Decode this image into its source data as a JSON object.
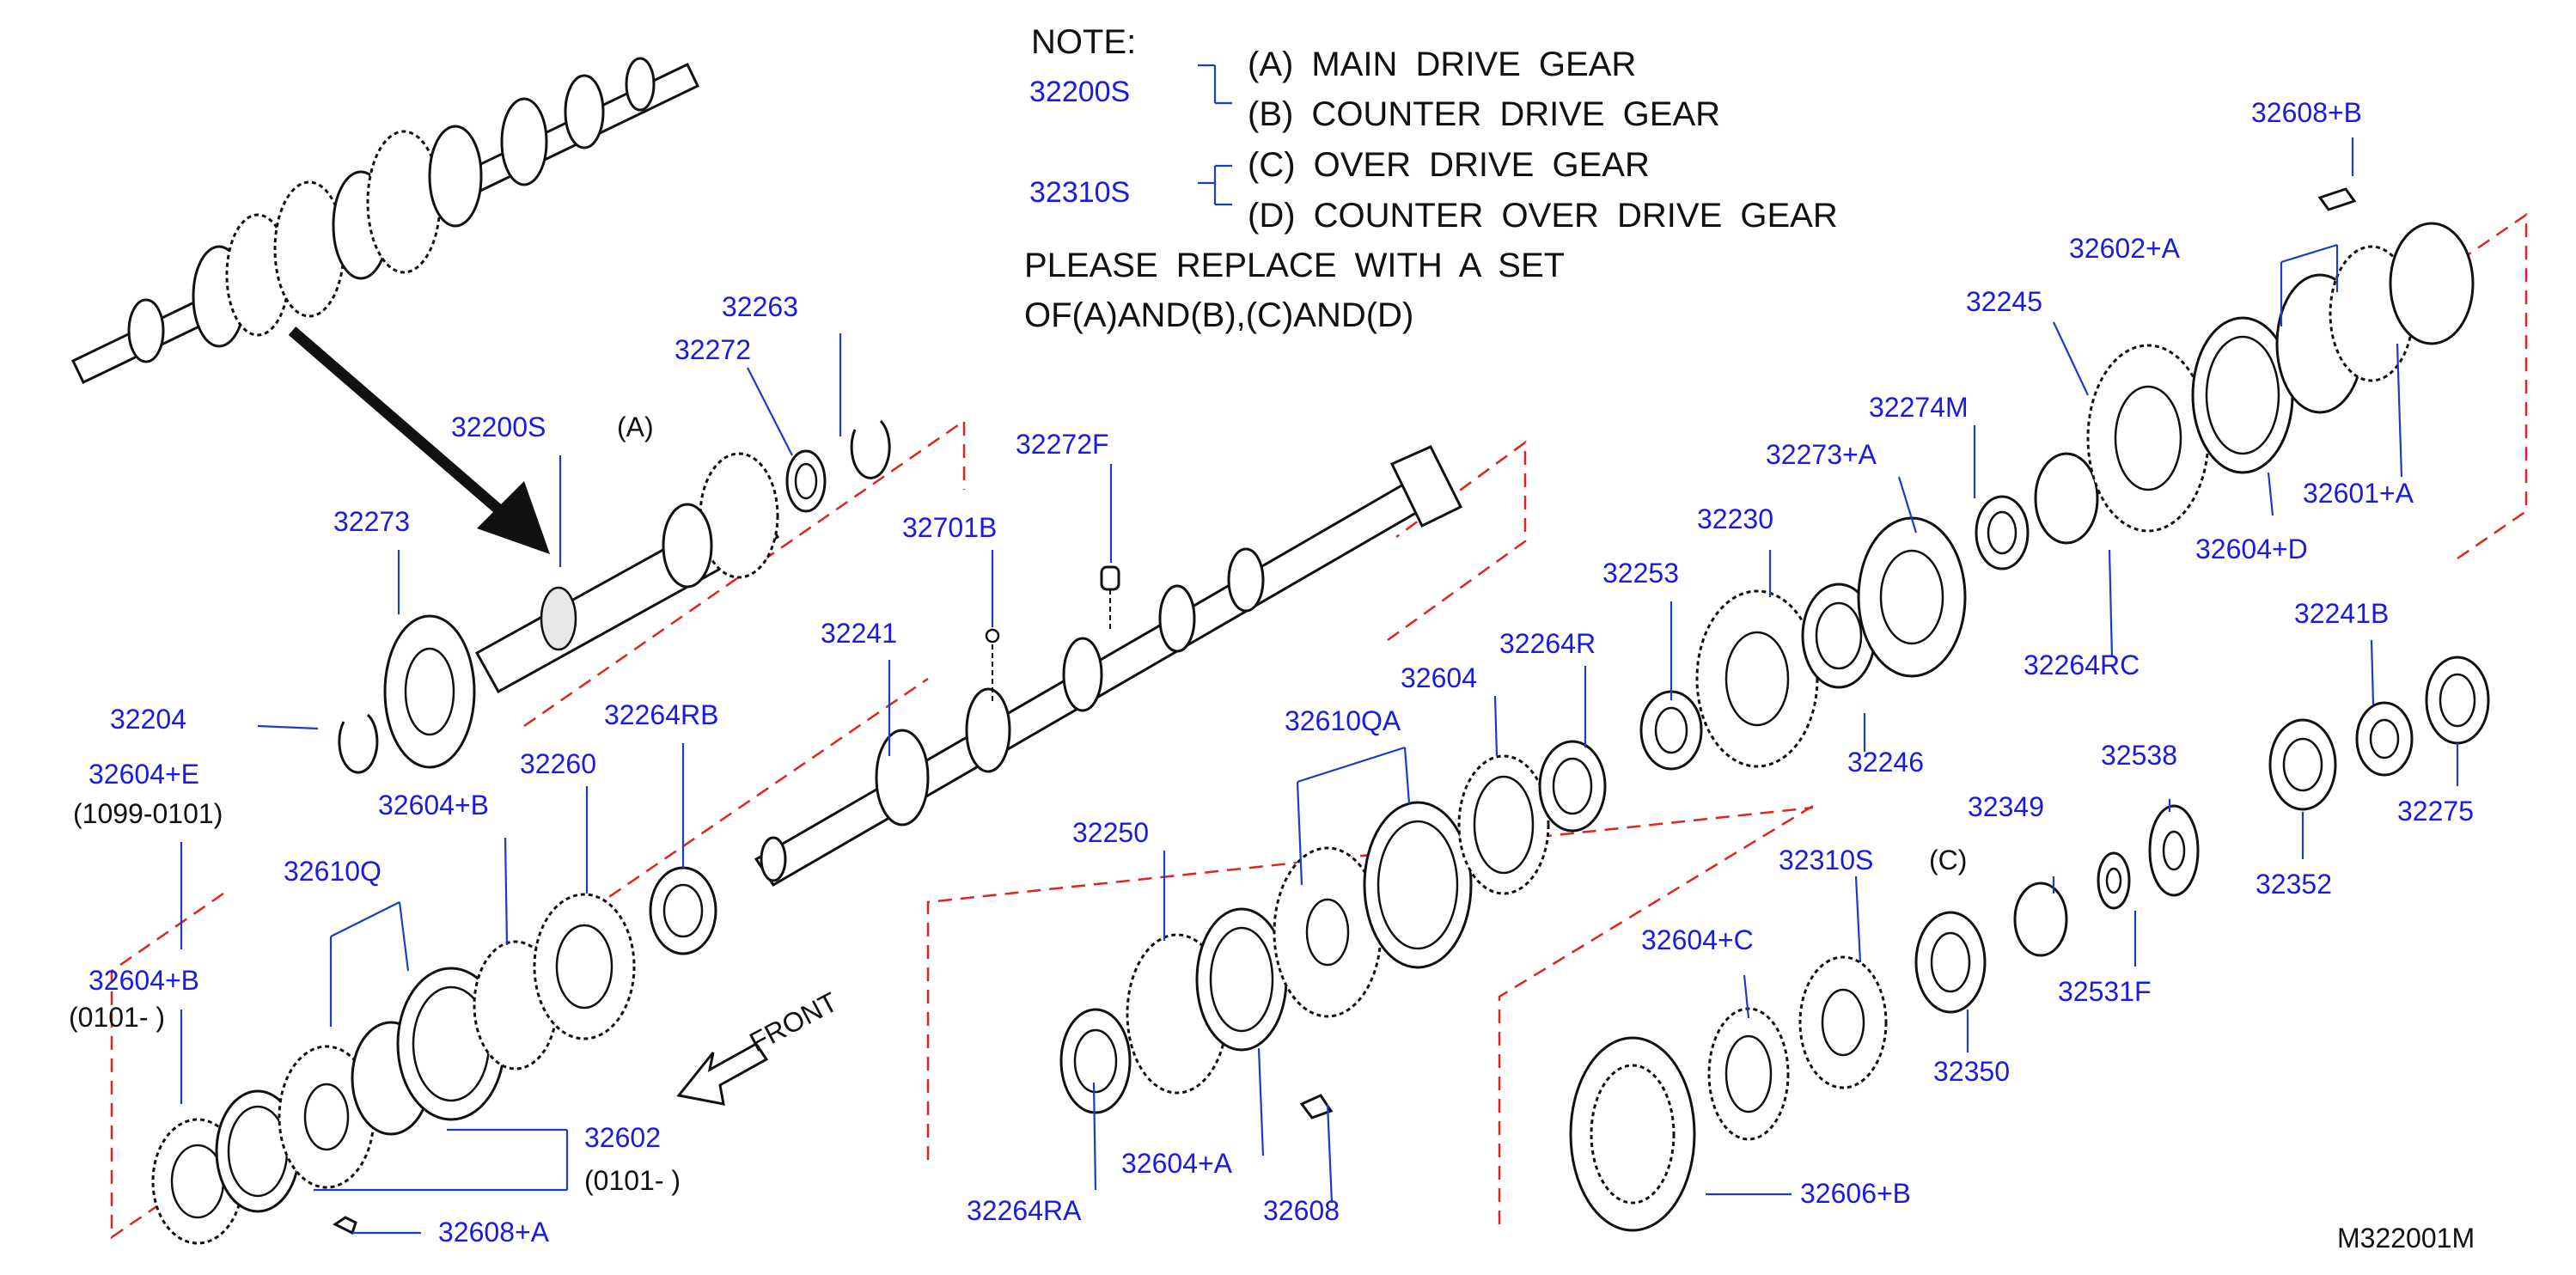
{
  "note": {
    "title": "NOTE:",
    "groups": [
      {
        "code": "32200S",
        "items": [
          "(A)  MAIN  DRIVE  GEAR",
          "(B)  COUNTER  DRIVE  GEAR"
        ]
      },
      {
        "code": "32310S",
        "items": [
          "(C)  OVER  DRIVE  GEAR",
          "(D)  COUNTER  OVER  DRIVE  GEAR"
        ]
      }
    ],
    "line1": "PLEASE  REPLACE  WITH  A  SET",
    "line2": "OF(A)AND(B),(C)AND(D)"
  },
  "markers": {
    "a": "(A)",
    "c": "(C)",
    "front": "FRONT",
    "date_range_1": "(1099-0101)",
    "date_range_2": "(0101-        )",
    "date_range_3": "(0101-        )"
  },
  "figure_code": "M322001M",
  "parts": {
    "p32263": "32263",
    "p32272": "32272",
    "p32200S": "32200S",
    "p32273": "32273",
    "p32204": "32204",
    "p32604E": "32604+E",
    "p32604B_1": "32604+B",
    "p32610Q": "32610Q",
    "p32260": "32260",
    "p32264RB": "32264RB",
    "p32604B_2": "32604+B",
    "p32602": "32602",
    "p32608A": "32608+A",
    "p32272F": "32272F",
    "p32701B": "32701B",
    "p32241": "32241",
    "p32610QA": "32610QA",
    "p32604": "32604",
    "p32264R": "32264R",
    "p32250": "32250",
    "p32264RA": "32264RA",
    "p32604A": "32604+A",
    "p32608": "32608",
    "p32253": "32253",
    "p32230": "32230",
    "p32246": "32246",
    "p32273A": "32273+A",
    "p32274M": "32274M",
    "p32245": "32245",
    "p32602A": "32602+A",
    "p32608B": "32608+B",
    "p32601A": "32601+A",
    "p32604D": "32604+D",
    "p32264RC": "32264RC",
    "p32241B": "32241B",
    "p32275": "32275",
    "p32352": "32352",
    "p32538": "32538",
    "p32349": "32349",
    "p32531F": "32531F",
    "p32310S": "32310S",
    "p32604C": "32604+C",
    "p32350": "32350",
    "p32606B": "32606+B"
  }
}
